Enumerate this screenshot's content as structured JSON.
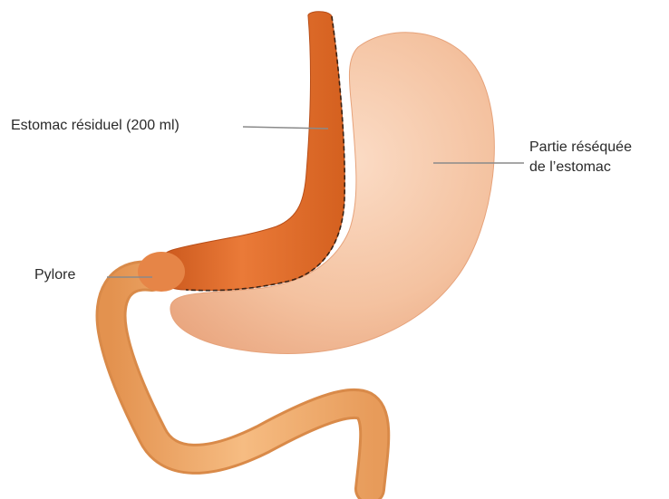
{
  "labels": {
    "residual_stomach": "Estomac résiduel (200 ml)",
    "resected_part_line1": "Partie réséquée",
    "resected_part_line2": "de l’estomac",
    "pylorus": "Pylore"
  },
  "colors": {
    "sleeve": "#e0702f",
    "resected": "#f4c2a0",
    "duodenum": "#f1ae6f",
    "outline": "#4a2a1a",
    "leader_line": "#8a8a8a"
  }
}
